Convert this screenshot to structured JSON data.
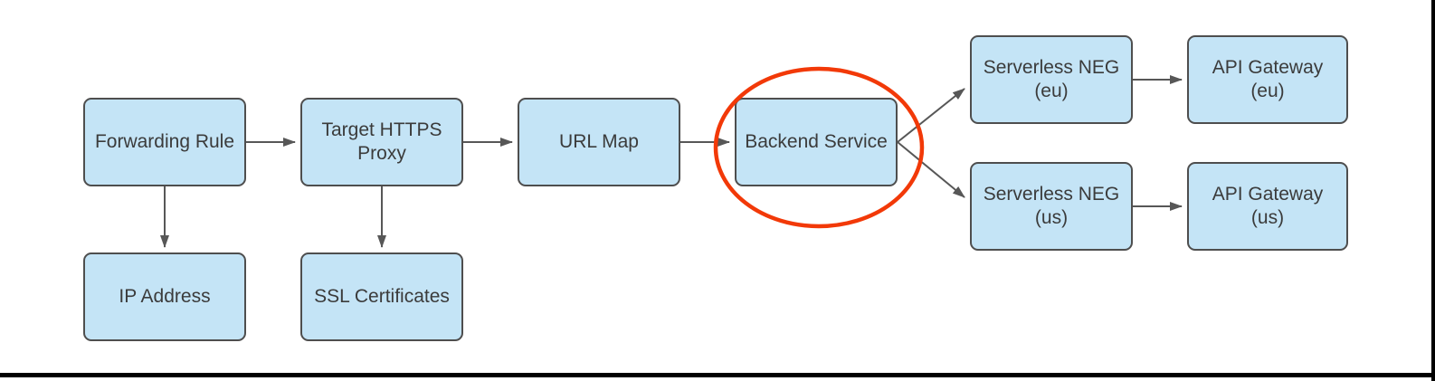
{
  "diagram": {
    "nodes": [
      {
        "id": "forwarding-rule",
        "label": "Forwarding Rule"
      },
      {
        "id": "target-https-proxy",
        "label": "Target HTTPS Proxy"
      },
      {
        "id": "url-map",
        "label": "URL Map"
      },
      {
        "id": "backend-service",
        "label": "Backend Service",
        "highlighted": true
      },
      {
        "id": "serverless-neg-eu",
        "label": "Serverless NEG (eu)"
      },
      {
        "id": "api-gateway-eu",
        "label": "API Gateway (eu)"
      },
      {
        "id": "serverless-neg-us",
        "label": "Serverless NEG (us)"
      },
      {
        "id": "api-gateway-us",
        "label": "API Gateway (us)"
      },
      {
        "id": "ip-address",
        "label": "IP Address"
      },
      {
        "id": "ssl-certificates",
        "label": "SSL Certificates"
      }
    ],
    "edges": [
      {
        "from": "forwarding-rule",
        "to": "target-https-proxy"
      },
      {
        "from": "forwarding-rule",
        "to": "ip-address"
      },
      {
        "from": "target-https-proxy",
        "to": "url-map"
      },
      {
        "from": "target-https-proxy",
        "to": "ssl-certificates"
      },
      {
        "from": "url-map",
        "to": "backend-service"
      },
      {
        "from": "backend-service",
        "to": "serverless-neg-eu"
      },
      {
        "from": "backend-service",
        "to": "serverless-neg-us"
      },
      {
        "from": "serverless-neg-eu",
        "to": "api-gateway-eu"
      },
      {
        "from": "serverless-neg-us",
        "to": "api-gateway-us"
      }
    ],
    "highlight": {
      "shape": "ellipse",
      "around": "backend-service",
      "color": "#F23908"
    },
    "colors": {
      "node_fill": "#C4E4F6",
      "node_border": "#4E4E4E",
      "node_text": "#3B3B3B",
      "arrow": "#575757",
      "highlight_ellipse": "#F23908",
      "frame_border": "#000000",
      "background": "#FFFFFF"
    }
  }
}
